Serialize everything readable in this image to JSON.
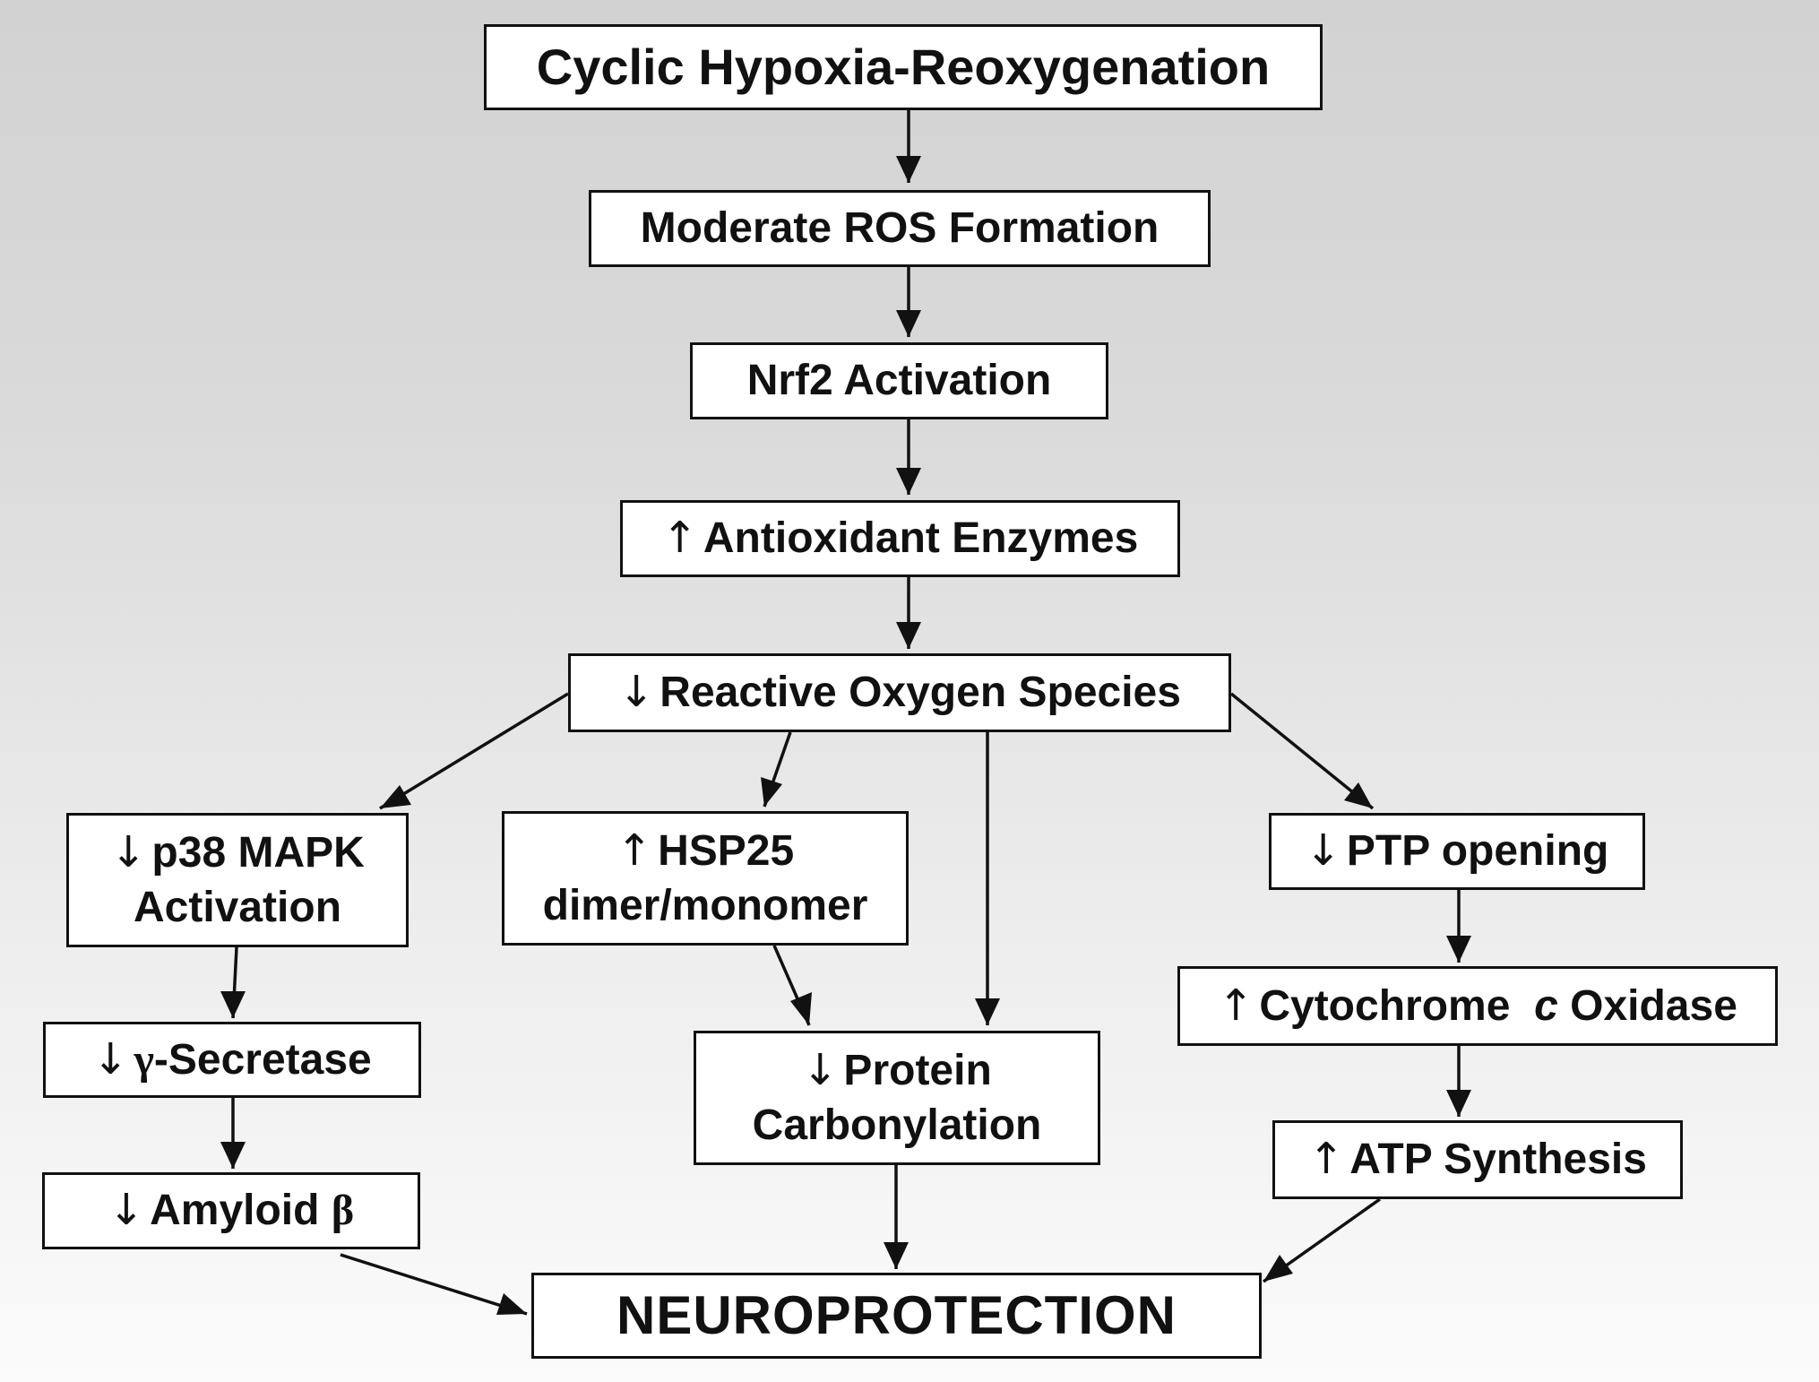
{
  "icons": {
    "up": "↑",
    "down": "↓"
  },
  "nodes": {
    "hypoxia": "Cyclic Hypoxia-Reoxygenation",
    "ros_moderate": "Moderate ROS Formation",
    "nrf2": "Nrf2 Activation",
    "antioxidant": "Antioxidant Enzymes",
    "ros_reduced": "Reactive Oxygen Species",
    "p38": {
      "line1": "p38 MAPK",
      "line2": "Activation"
    },
    "hsp25": {
      "line1": "HSP25",
      "line2": "dimer/monomer"
    },
    "ptp": "PTP opening",
    "secretase": {
      "greek": "γ",
      "text": "-Secretase"
    },
    "amyloid": {
      "text": "Amyloid",
      "greek": "β"
    },
    "protein": {
      "line1": "Protein",
      "line2": "Carbonylation"
    },
    "cytochrome": {
      "pre": "Cytochrome",
      "italic": "c",
      "post": "Oxidase"
    },
    "atp": "ATP Synthesis",
    "neuro": "NEUROPROTECTION"
  }
}
